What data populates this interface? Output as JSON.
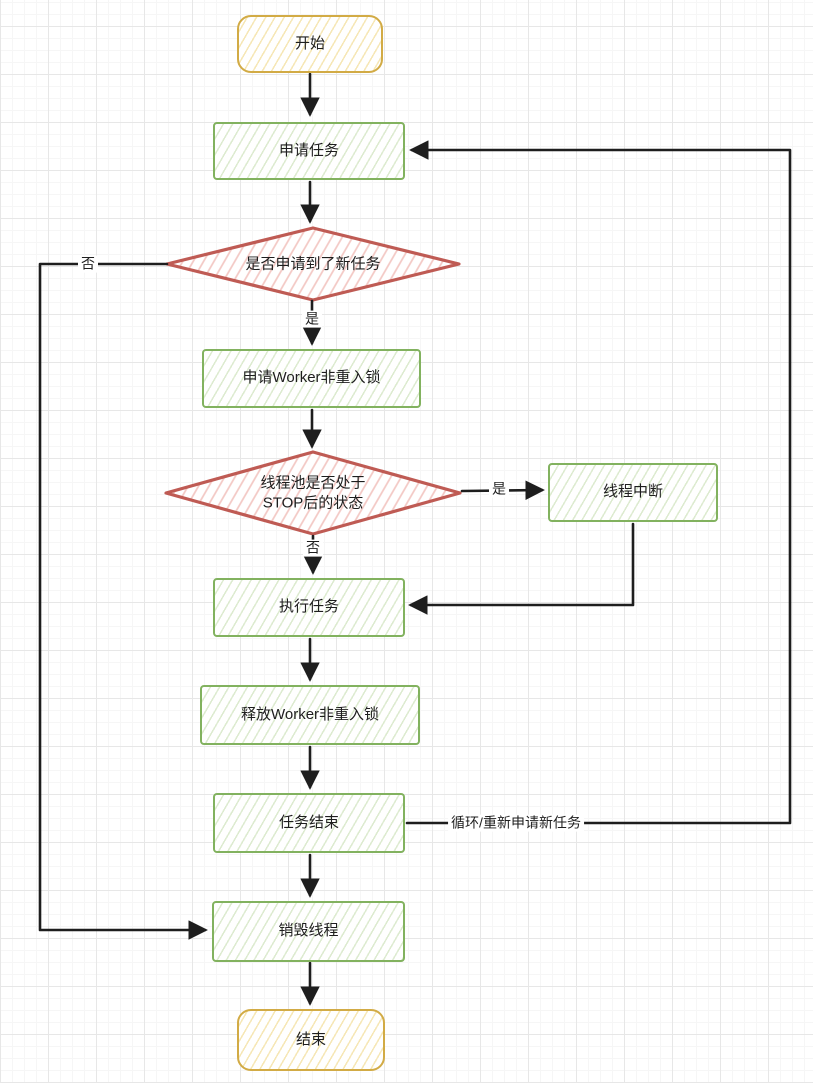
{
  "diagram": {
    "type": "flowchart",
    "nodes": {
      "start": {
        "label": "开始",
        "shape": "terminal"
      },
      "request_task": {
        "label": "申请任务",
        "shape": "process"
      },
      "got_new_task": {
        "label": "是否申请到了新任务",
        "shape": "decision"
      },
      "acquire_lock": {
        "label": "申请Worker非重入锁",
        "shape": "process"
      },
      "pool_stopped": {
        "label": "线程池是否处于\nSTOP后的状态",
        "shape": "decision"
      },
      "thread_interrupt": {
        "label": "线程中断",
        "shape": "process"
      },
      "execute_task": {
        "label": "执行任务",
        "shape": "process"
      },
      "release_lock": {
        "label": "释放Worker非重入锁",
        "shape": "process"
      },
      "task_end": {
        "label": "任务结束",
        "shape": "process"
      },
      "destroy_thread": {
        "label": "销毁线程",
        "shape": "process"
      },
      "end": {
        "label": "结束",
        "shape": "terminal"
      }
    },
    "edge_labels": {
      "no_to_destroy": "否",
      "yes_to_lock": "是",
      "yes_to_interrupt": "是",
      "no_to_execute": "否",
      "loop_to_request": "循环/重新申请新任务"
    },
    "colors": {
      "process_border": "#82b25f",
      "decision_border": "#bf5b54",
      "terminal_border": "#d2ab45",
      "arrow": "#1e1e1e"
    }
  }
}
